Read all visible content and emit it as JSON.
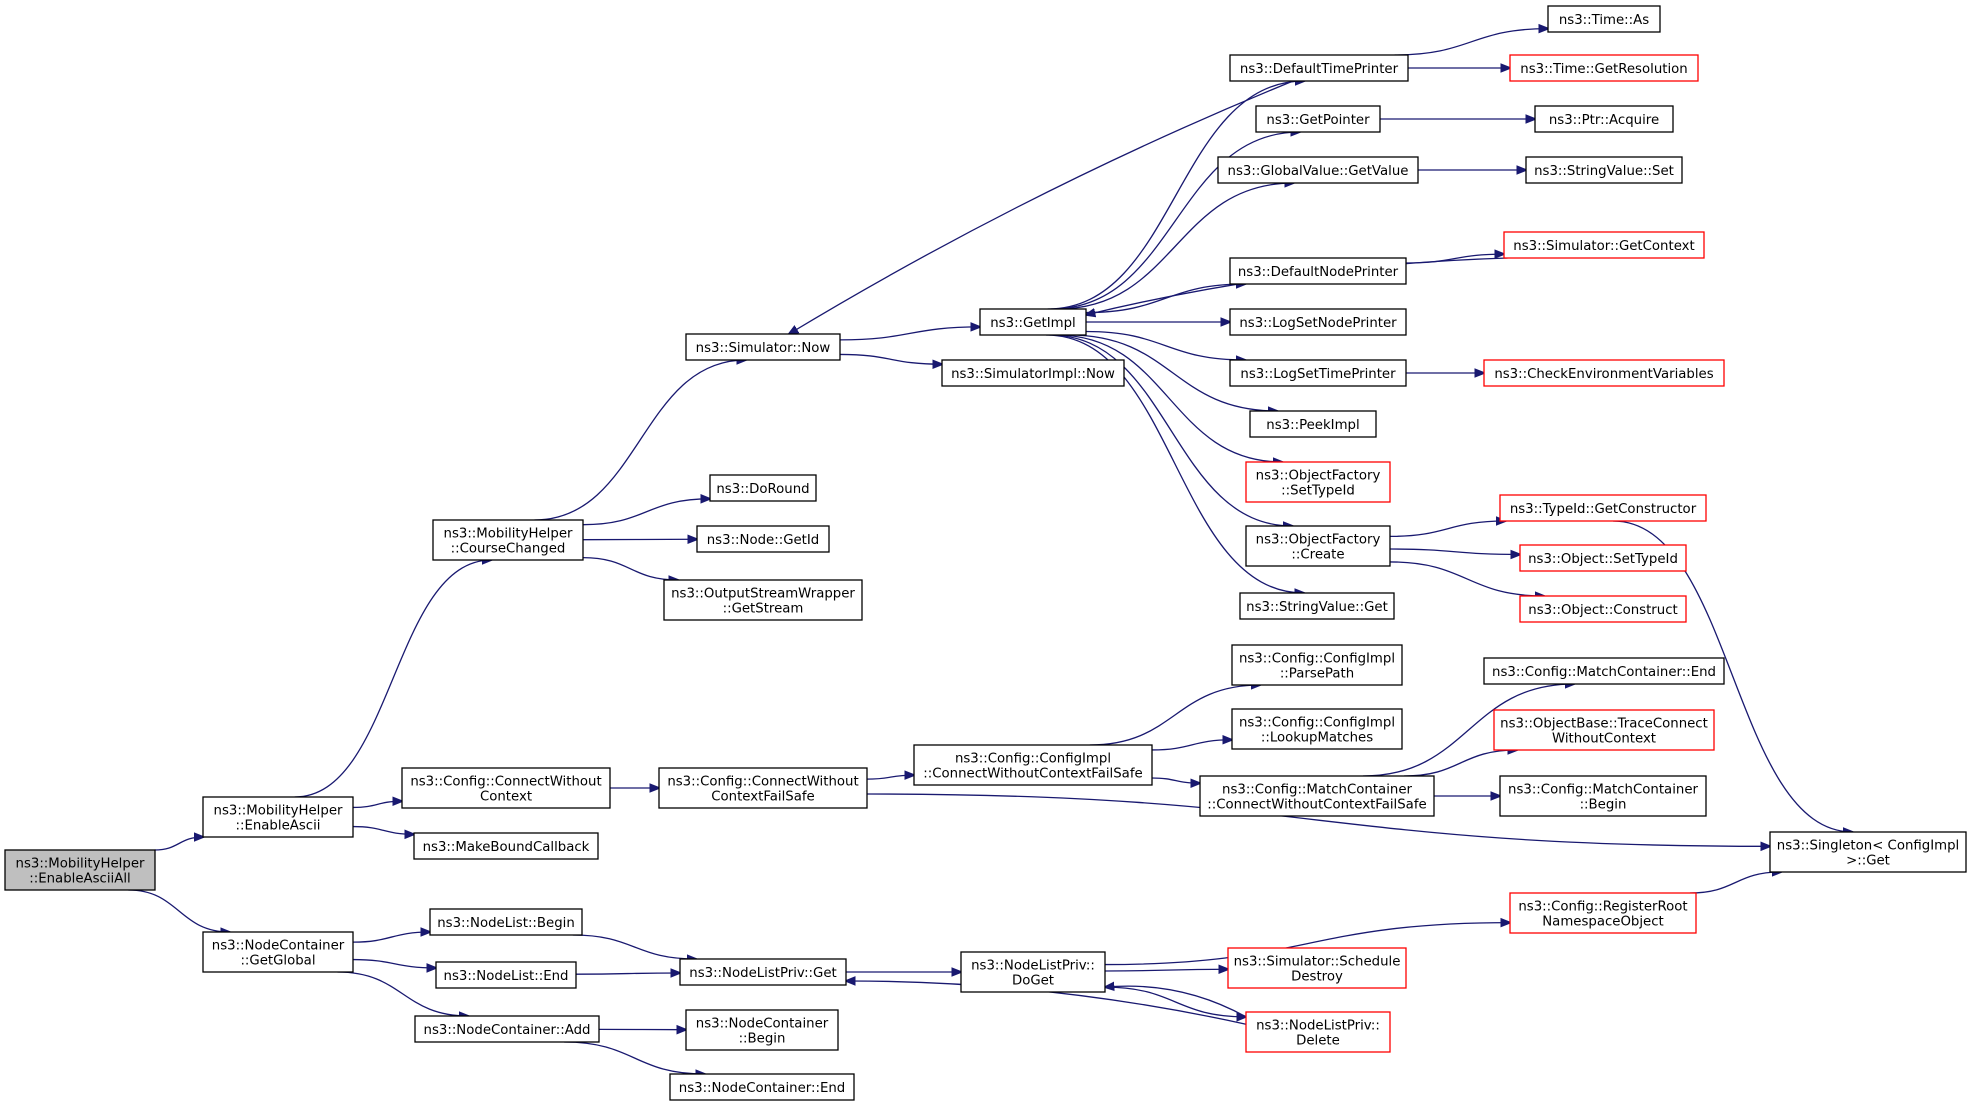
{
  "nodes": {
    "n_root": {
      "lines": [
        "ns3::MobilityHelper",
        "::EnableAsciiAll"
      ],
      "style": "root"
    },
    "n_enascii": {
      "lines": [
        "ns3::MobilityHelper",
        "::EnableAscii"
      ]
    },
    "n_getglobal": {
      "lines": [
        "ns3::NodeContainer",
        "::GetGlobal"
      ]
    },
    "n_course": {
      "lines": [
        "ns3::MobilityHelper",
        "::CourseChanged"
      ]
    },
    "n_connwc": {
      "lines": [
        "ns3::Config::ConnectWithout",
        "Context"
      ]
    },
    "n_mkbound": {
      "lines": [
        "ns3::MakeBoundCallback"
      ]
    },
    "n_nlbegin": {
      "lines": [
        "ns3::NodeList::Begin"
      ]
    },
    "n_nlend": {
      "lines": [
        "ns3::NodeList::End"
      ]
    },
    "n_ncadd": {
      "lines": [
        "ns3::NodeContainer::Add"
      ]
    },
    "n_simnow": {
      "lines": [
        "ns3::Simulator::Now"
      ]
    },
    "n_doround": {
      "lines": [
        "ns3::DoRound"
      ]
    },
    "n_nodegetid": {
      "lines": [
        "ns3::Node::GetId"
      ]
    },
    "n_osw": {
      "lines": [
        "ns3::OutputStreamWrapper",
        "::GetStream"
      ]
    },
    "n_connwcfs": {
      "lines": [
        "ns3::Config::ConnectWithout",
        "ContextFailSafe"
      ]
    },
    "n_nlpget": {
      "lines": [
        "ns3::NodeListPriv::Get"
      ]
    },
    "n_ncbegin": {
      "lines": [
        "ns3::NodeContainer",
        "::Begin"
      ]
    },
    "n_ncend": {
      "lines": [
        "ns3::NodeContainer::End"
      ]
    },
    "n_getimpl": {
      "lines": [
        "ns3::GetImpl"
      ]
    },
    "n_simimplnow": {
      "lines": [
        "ns3::SimulatorImpl::Now"
      ]
    },
    "n_cicwcfs": {
      "lines": [
        "ns3::Config::ConfigImpl",
        "::ConnectWithoutContextFailSafe"
      ]
    },
    "n_nlpdoget": {
      "lines": [
        "ns3::NodeListPriv::",
        "DoGet"
      ]
    },
    "n_deftp": {
      "lines": [
        "ns3::DefaultTimePrinter"
      ]
    },
    "n_getptr": {
      "lines": [
        "ns3::GetPointer"
      ]
    },
    "n_gvget": {
      "lines": [
        "ns3::GlobalValue::GetValue"
      ]
    },
    "n_defnp": {
      "lines": [
        "ns3::DefaultNodePrinter"
      ]
    },
    "n_lognp": {
      "lines": [
        "ns3::LogSetNodePrinter"
      ]
    },
    "n_logtp": {
      "lines": [
        "ns3::LogSetTimePrinter"
      ]
    },
    "n_peek": {
      "lines": [
        "ns3::PeekImpl"
      ]
    },
    "n_ofset": {
      "lines": [
        "ns3::ObjectFactory",
        "::SetTypeId"
      ],
      "style": "red"
    },
    "n_ofcreate": {
      "lines": [
        "ns3::ObjectFactory",
        "::Create"
      ]
    },
    "n_svget": {
      "lines": [
        "ns3::StringValue::Get"
      ]
    },
    "n_parse": {
      "lines": [
        "ns3::Config::ConfigImpl",
        "::ParsePath"
      ]
    },
    "n_lookup": {
      "lines": [
        "ns3::Config::ConfigImpl",
        "::LookupMatches"
      ]
    },
    "n_mccwcfs": {
      "lines": [
        "ns3::Config::MatchContainer",
        "::ConnectWithoutContextFailSafe"
      ]
    },
    "n_simsched": {
      "lines": [
        "ns3::Simulator::Schedule",
        "Destroy"
      ],
      "style": "red"
    },
    "n_nlpdel": {
      "lines": [
        "ns3::NodeListPriv::",
        "Delete"
      ],
      "style": "red"
    },
    "n_timeas": {
      "lines": [
        "ns3::Time::As"
      ]
    },
    "n_timeres": {
      "lines": [
        "ns3::Time::GetResolution"
      ],
      "style": "red"
    },
    "n_ptracq": {
      "lines": [
        "ns3::Ptr::Acquire"
      ]
    },
    "n_svset": {
      "lines": [
        "ns3::StringValue::Set"
      ]
    },
    "n_simgetctx": {
      "lines": [
        "ns3::Simulator::GetContext"
      ],
      "style": "red"
    },
    "n_checkenv": {
      "lines": [
        "ns3::CheckEnvironmentVariables"
      ],
      "style": "red"
    },
    "n_tidgc": {
      "lines": [
        "ns3::TypeId::GetConstructor"
      ],
      "style": "red"
    },
    "n_objset": {
      "lines": [
        "ns3::Object::SetTypeId"
      ],
      "style": "red"
    },
    "n_objcons": {
      "lines": [
        "ns3::Object::Construct"
      ],
      "style": "red"
    },
    "n_mcend": {
      "lines": [
        "ns3::Config::MatchContainer::End"
      ]
    },
    "n_obtc": {
      "lines": [
        "ns3::ObjectBase::TraceConnect",
        "WithoutContext"
      ],
      "style": "red"
    },
    "n_mcbegin": {
      "lines": [
        "ns3::Config::MatchContainer",
        "::Begin"
      ]
    },
    "n_regroot": {
      "lines": [
        "ns3::Config::RegisterRoot",
        "NamespaceObject"
      ],
      "style": "red"
    },
    "n_singleton": {
      "lines": [
        "ns3::Singleton< ConfigImpl",
        ">::Get"
      ]
    }
  },
  "edges": [
    [
      "n_root",
      "n_enascii"
    ],
    [
      "n_root",
      "n_getglobal"
    ],
    [
      "n_enascii",
      "n_course"
    ],
    [
      "n_enascii",
      "n_connwc"
    ],
    [
      "n_enascii",
      "n_mkbound"
    ],
    [
      "n_getglobal",
      "n_nlbegin"
    ],
    [
      "n_getglobal",
      "n_nlend"
    ],
    [
      "n_getglobal",
      "n_ncadd"
    ],
    [
      "n_course",
      "n_simnow"
    ],
    [
      "n_course",
      "n_doround"
    ],
    [
      "n_course",
      "n_nodegetid"
    ],
    [
      "n_course",
      "n_osw"
    ],
    [
      "n_connwc",
      "n_connwcfs"
    ],
    [
      "n_nlbegin",
      "n_nlpget"
    ],
    [
      "n_nlend",
      "n_nlpget"
    ],
    [
      "n_ncadd",
      "n_ncbegin"
    ],
    [
      "n_ncadd",
      "n_ncend"
    ],
    [
      "n_simnow",
      "n_getimpl"
    ],
    [
      "n_simnow",
      "n_simimplnow"
    ],
    [
      "n_connwcfs",
      "n_cicwcfs"
    ],
    [
      "n_connwcfs",
      "n_singleton"
    ],
    [
      "n_nlpget",
      "n_nlpdoget"
    ],
    [
      "n_getimpl",
      "n_deftp"
    ],
    [
      "n_getimpl",
      "n_getptr"
    ],
    [
      "n_getimpl",
      "n_gvget"
    ],
    [
      "n_getimpl",
      "n_defnp"
    ],
    [
      "n_getimpl",
      "n_lognp"
    ],
    [
      "n_getimpl",
      "n_logtp"
    ],
    [
      "n_getimpl",
      "n_peek"
    ],
    [
      "n_getimpl",
      "n_ofset"
    ],
    [
      "n_getimpl",
      "n_ofcreate"
    ],
    [
      "n_getimpl",
      "n_svget"
    ],
    [
      "n_deftp",
      "n_simnow"
    ],
    [
      "n_deftp",
      "n_timeas"
    ],
    [
      "n_deftp",
      "n_timeres"
    ],
    [
      "n_getptr",
      "n_ptracq"
    ],
    [
      "n_gvget",
      "n_svset"
    ],
    [
      "n_defnp",
      "n_simgetctx"
    ],
    [
      "n_simgetctx",
      "n_getimpl"
    ],
    [
      "n_logtp",
      "n_checkenv"
    ],
    [
      "n_ofcreate",
      "n_tidgc"
    ],
    [
      "n_ofcreate",
      "n_objset"
    ],
    [
      "n_ofcreate",
      "n_objcons"
    ],
    [
      "n_tidgc",
      "n_singleton"
    ],
    [
      "n_cicwcfs",
      "n_parse"
    ],
    [
      "n_cicwcfs",
      "n_lookup"
    ],
    [
      "n_cicwcfs",
      "n_mccwcfs"
    ],
    [
      "n_mccwcfs",
      "n_mcend"
    ],
    [
      "n_mccwcfs",
      "n_obtc"
    ],
    [
      "n_mccwcfs",
      "n_mcbegin"
    ],
    [
      "n_nlpdoget",
      "n_regroot"
    ],
    [
      "n_nlpdoget",
      "n_simsched"
    ],
    [
      "n_nlpdoget",
      "n_nlpdel"
    ],
    [
      "n_nlpdel",
      "n_nlpdoget"
    ],
    [
      "n_nlpdel",
      "n_nlpget"
    ],
    [
      "n_regroot",
      "n_singleton"
    ]
  ]
}
